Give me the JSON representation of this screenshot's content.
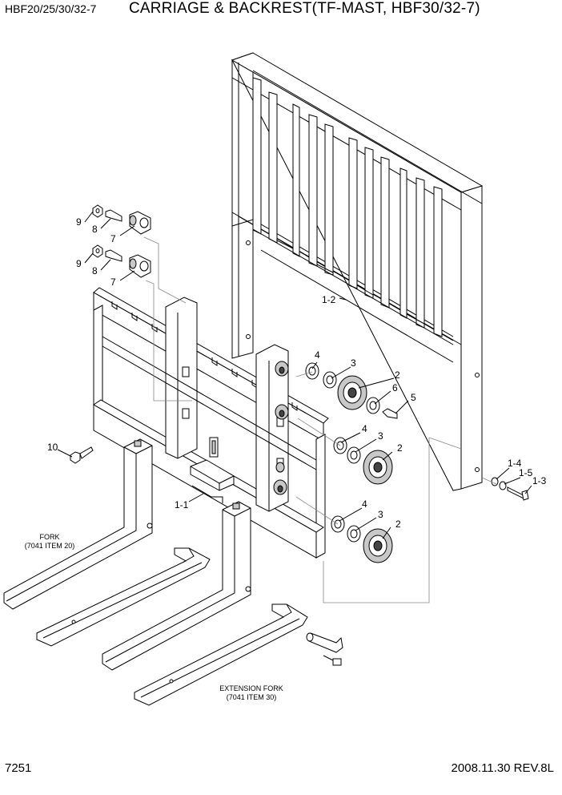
{
  "header": {
    "model": "HBF20/25/30/32-7",
    "title": "CARRIAGE & BACKREST(TF-MAST, HBF30/32-7)"
  },
  "footer": {
    "page": "7251",
    "revision": "2008.11.30  REV.8L"
  },
  "callouts": {
    "backrest": "1-2",
    "carriage": "1-1",
    "item_1_3": "1-3",
    "item_1_4": "1-4",
    "item_1_5": "1-5",
    "roller": "2",
    "shim_3": "3",
    "shim_4": "4",
    "bolt_5": "5",
    "washer_6": "6",
    "stopper_7": "7",
    "bolt_8": "8",
    "nut_9": "9",
    "bolt_10": "10"
  },
  "notes": {
    "fork_line1": "FORK",
    "fork_line2": "(7041 ITEM 20)",
    "ext_fork_line1": "EXTENSION FORK",
    "ext_fork_line2": "(7041 ITEM 30)"
  }
}
